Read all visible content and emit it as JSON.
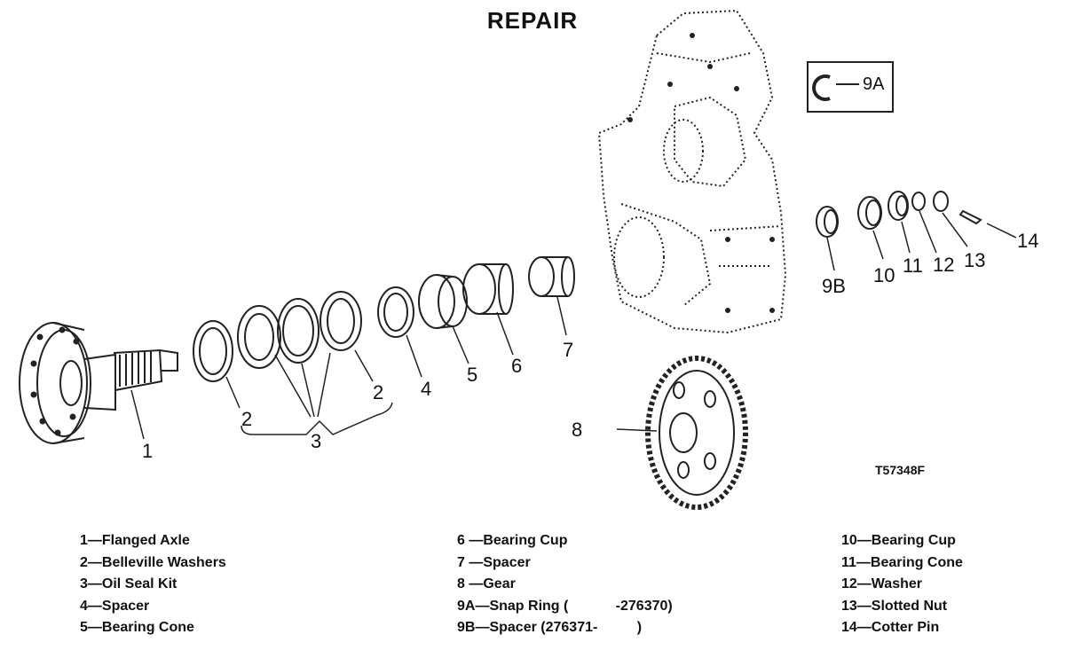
{
  "title": "REPAIR",
  "figure_code": "T57348F",
  "inset_label": "9A",
  "part_labels": {
    "p1": "1",
    "p2a": "2",
    "p2b": "2",
    "p3": "3",
    "p4": "4",
    "p5": "5",
    "p6": "6",
    "p7": "7",
    "p8": "8",
    "p9b": "9B",
    "p10": "10",
    "p11": "11",
    "p12": "12",
    "p13": "13",
    "p14": "14"
  },
  "legend": {
    "col1": [
      "1—Flanged Axle",
      "2—Belleville Washers",
      "3—Oil Seal Kit",
      "4—Spacer",
      "5—Bearing Cone"
    ],
    "col2": [
      "6 —Bearing Cup",
      "7 —Spacer",
      "8 —Gear",
      "9A—Snap Ring (            -276370)",
      "9B—Spacer (276371-          )"
    ],
    "col3": [
      "10—Bearing Cup",
      "11—Bearing Cone",
      "12—Washer",
      "13—Slotted Nut",
      "14—Cotter Pin"
    ]
  }
}
